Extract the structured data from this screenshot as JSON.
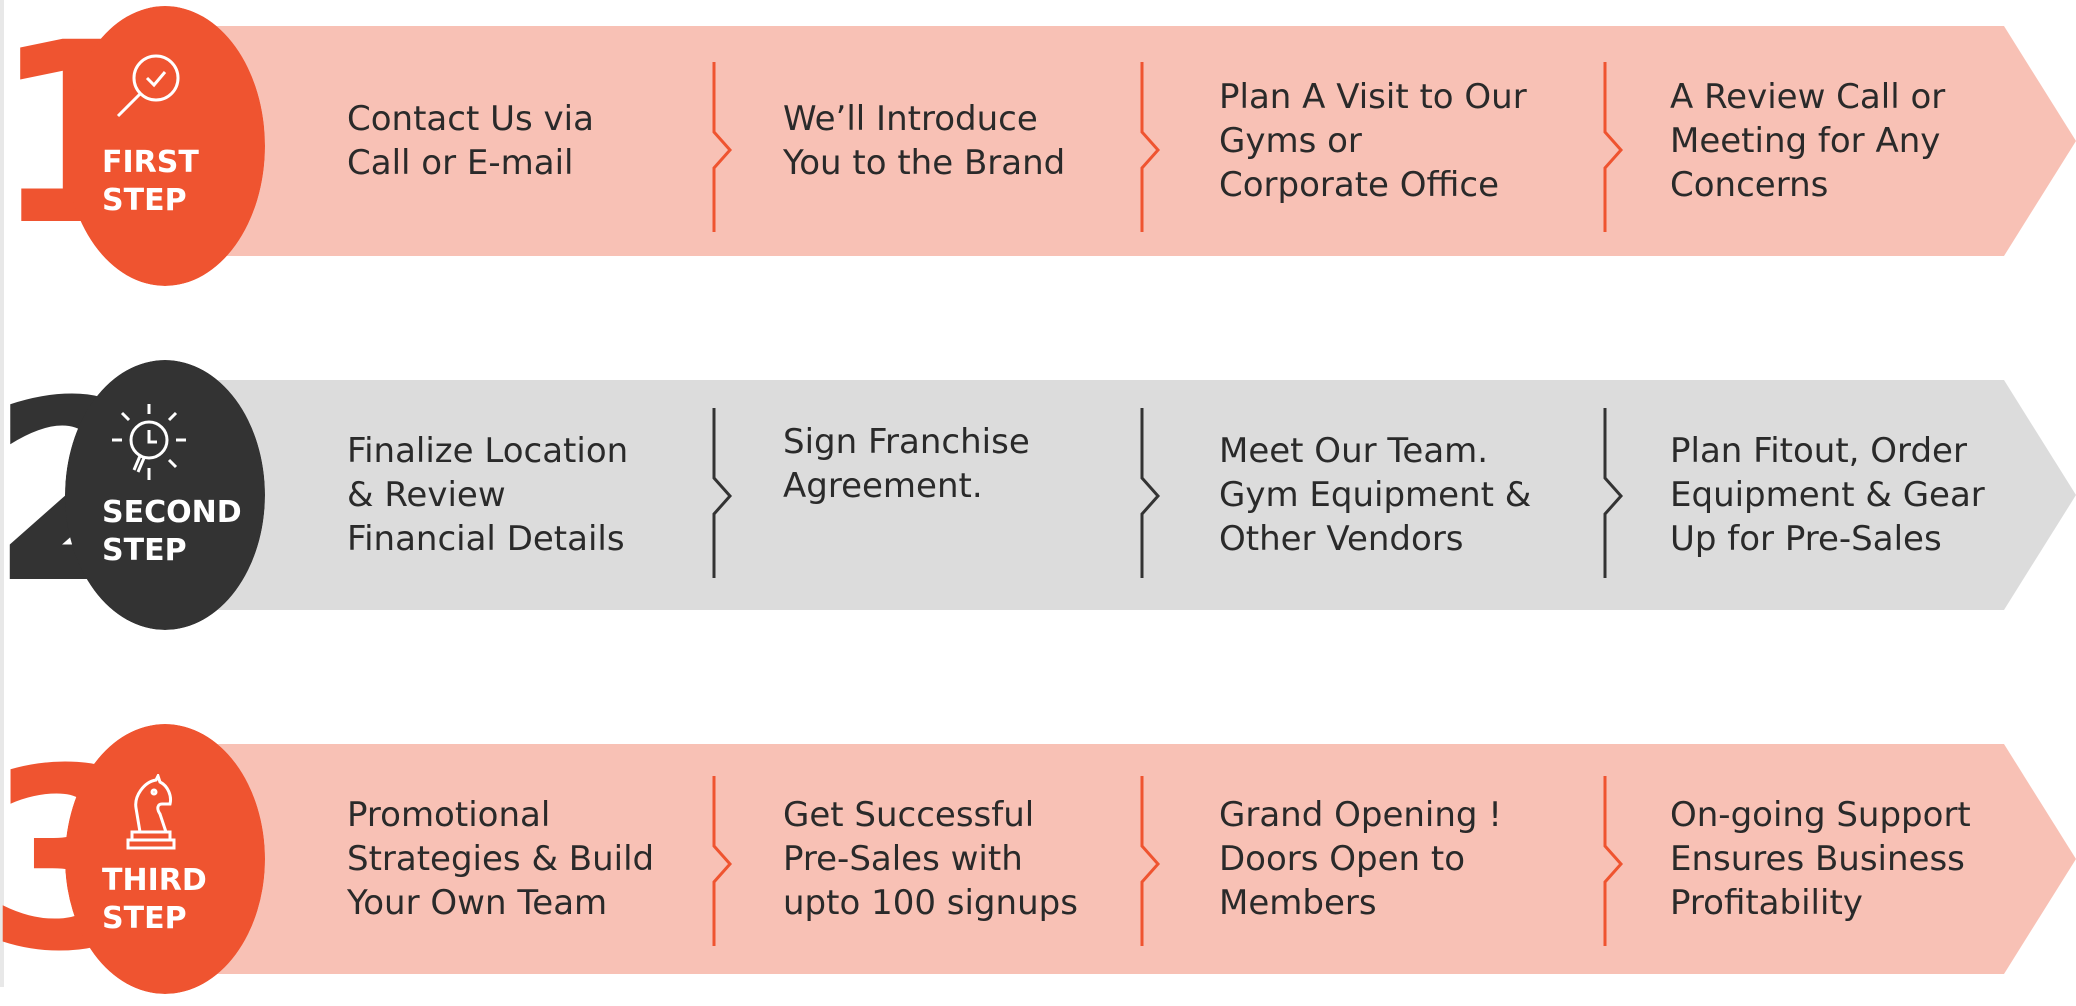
{
  "colors": {
    "accent": "#ef5430",
    "dark": "#333333",
    "band_pink": "#f8c1b5",
    "band_grey": "#dcdcdc",
    "text": "#2a2a2a"
  },
  "steps": [
    {
      "number": "1",
      "label": "FIRST\nSTEP",
      "icon": "magnifier-check-icon",
      "items": [
        "Contact Us via\nCall or E-mail",
        "We’ll Introduce\nYou to the Brand",
        "Plan A Visit to Our\nGyms or\nCorporate Office",
        "A Review Call or\nMeeting for Any\nConcerns"
      ]
    },
    {
      "number": "2",
      "label": "SECOND\nSTEP",
      "icon": "lightbulb-clock-icon",
      "items": [
        "Finalize Location\n& Review\nFinancial Details",
        "Sign Franchise\nAgreement.",
        "Meet  Our Team.\nGym Equipment &\nOther Vendors",
        "Plan Fitout, Order\nEquipment & Gear\nUp for Pre-Sales"
      ]
    },
    {
      "number": "3",
      "label": "THIRD\nSTEP",
      "icon": "chess-knight-icon",
      "items": [
        "Promotional\nStrategies & Build\nYour Own Team",
        "Get Successful\nPre-Sales with\nupto 100 signups",
        "Grand Opening !\nDoors Open to\nMembers",
        "On-going Support\nEnsures Business\nProfitability"
      ]
    }
  ]
}
